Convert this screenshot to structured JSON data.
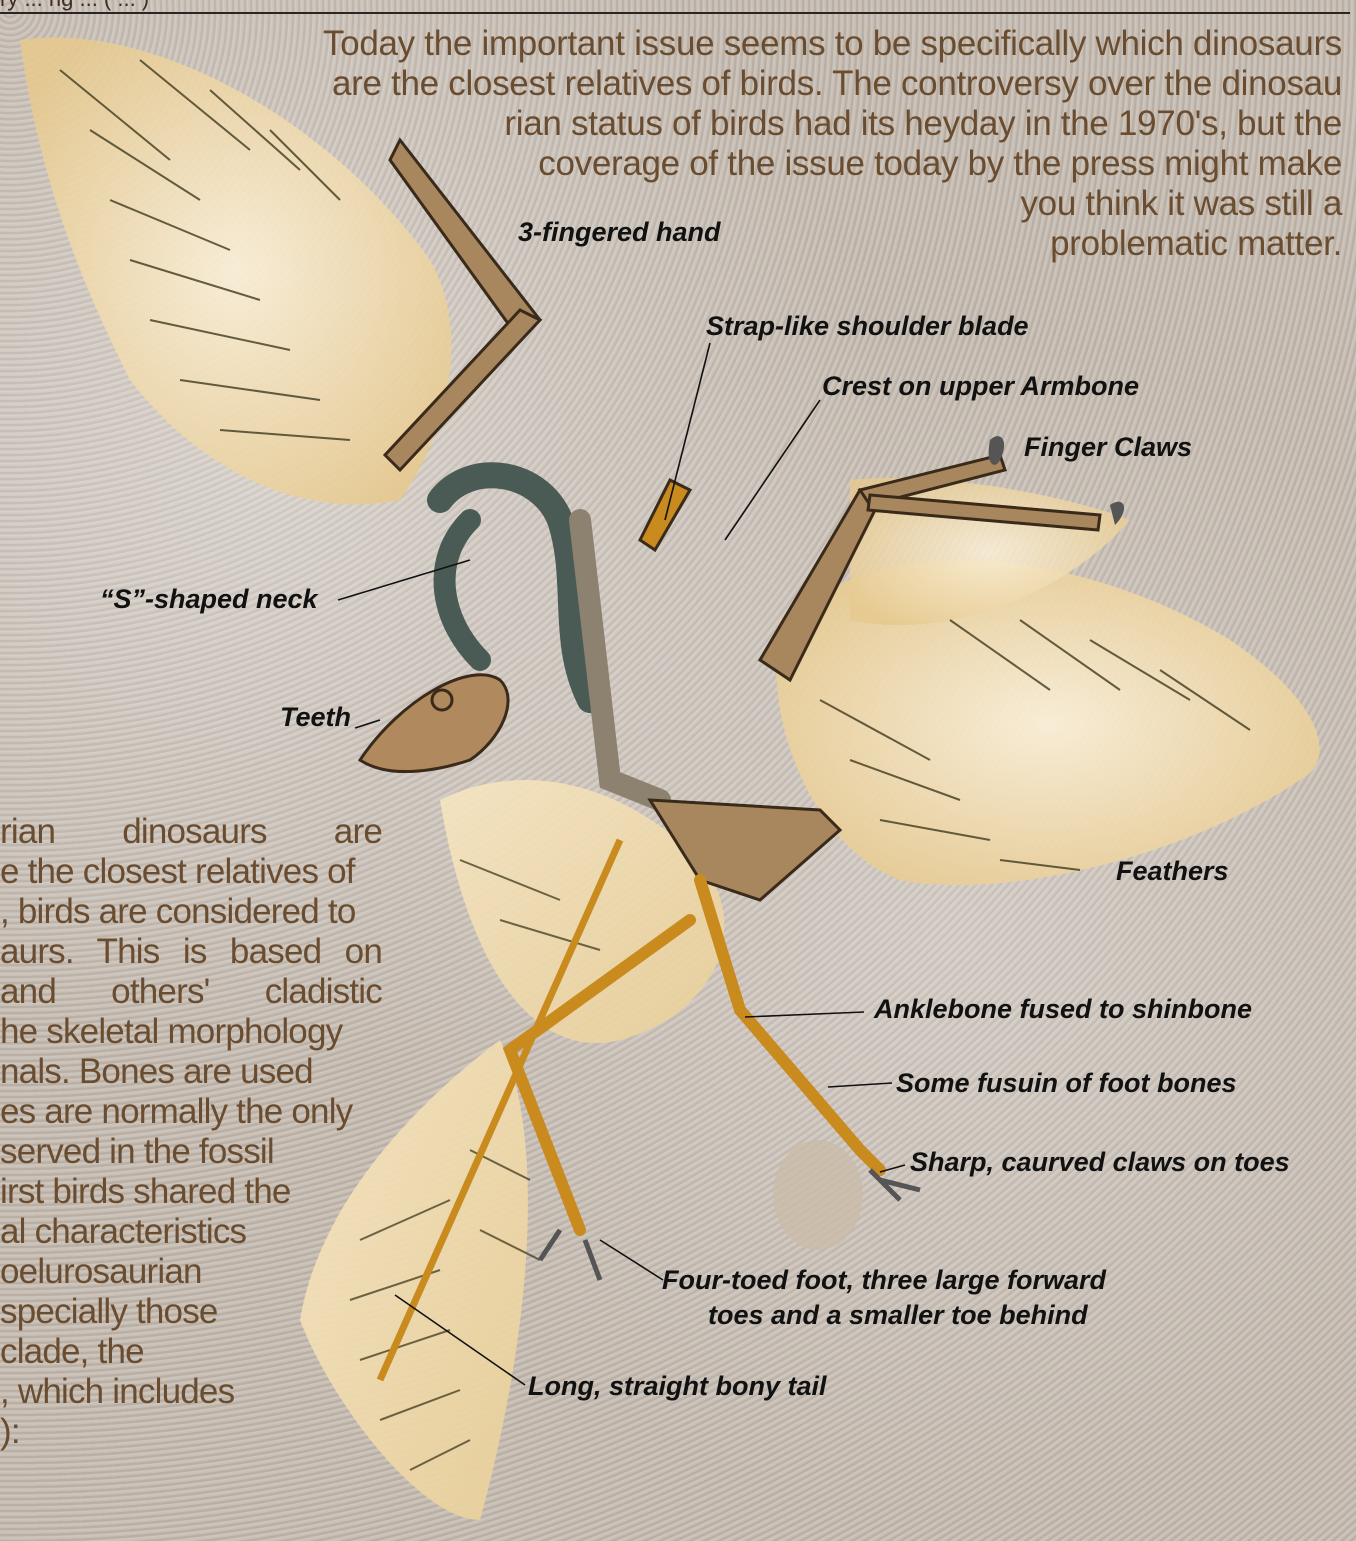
{
  "header": {
    "fragment": "ry ... ng ... ( ... )"
  },
  "intro": {
    "lines": [
      "Today the important issue seems to be specifically which dinosaurs",
      "are the closest relatives of birds. The controversy over the dinosau",
      "rian status of birds had its heyday in the 1970's, but the",
      "coverage of the issue today by the press might make",
      "you think it was still a",
      "problematic matter."
    ]
  },
  "side_text": {
    "lines": [
      "rian dinosaurs are",
      "e the closest relatives of",
      ", birds are considered to",
      "aurs. This is based on",
      "and others' cladistic",
      "he skeletal morphology",
      "nals. Bones are used",
      "es are normally the only",
      "served in the fossil",
      "irst birds shared the",
      "al characteristics",
      "oelurosaurian",
      "specially those",
      "clade, the",
      ", which includes",
      "):"
    ]
  },
  "labels": {
    "three_fingered_hand": "3-fingered hand",
    "shoulder_blade": "Strap-like shoulder blade",
    "crest_armbone": "Crest on upper Armbone",
    "finger_claws": "Finger Claws",
    "s_neck": "“S”-shaped neck",
    "teeth": "Teeth",
    "feathers": "Feathers",
    "anklebone": "Anklebone fused to shinbone",
    "foot_bones": "Some fusuin of foot bones",
    "toe_claws": "Sharp, caurved claws on toes",
    "four_toed_line1": "Four-toed foot, three large forward",
    "four_toed_line2": "toes and a smaller toe behind",
    "tail": "Long, straight bony tail"
  },
  "colors": {
    "text_brown": "#6a4d30",
    "feather": "#f0d6a0",
    "bone": "#b08a5e",
    "neck": "#4a5a55",
    "tail_bone": "#c98a1e"
  }
}
